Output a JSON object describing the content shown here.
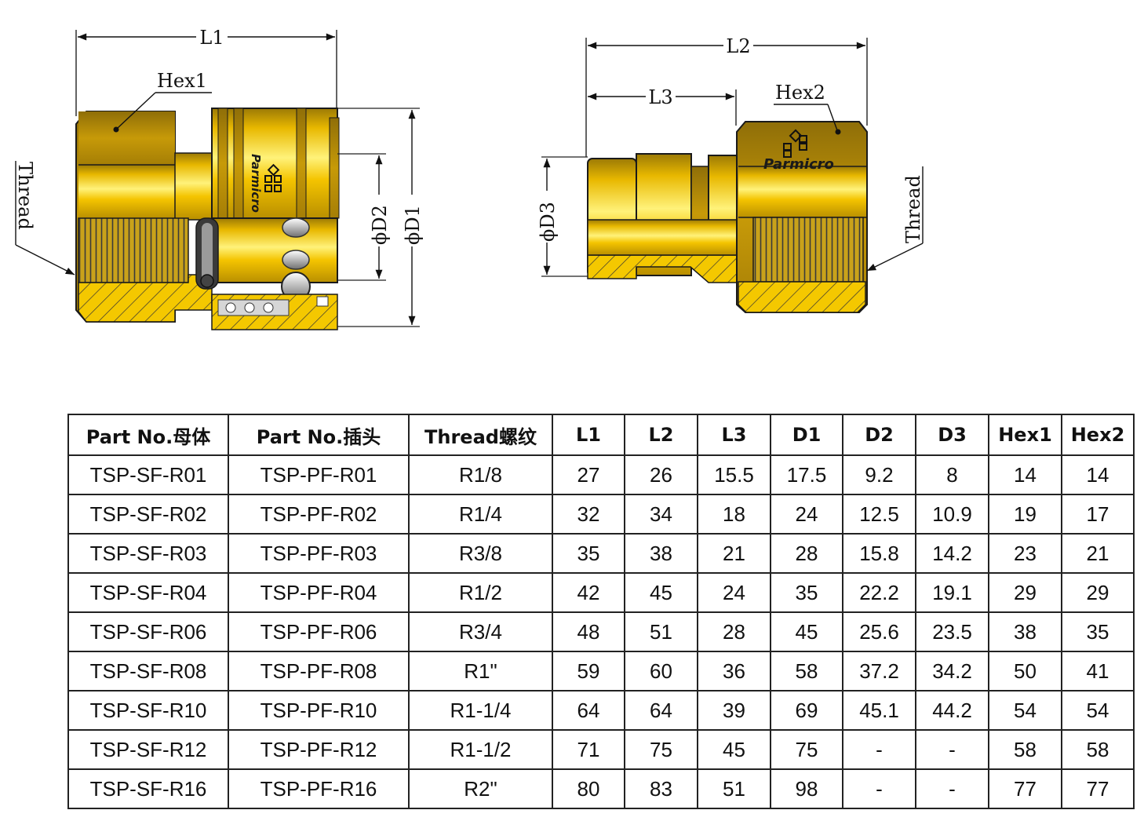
{
  "drawing": {
    "socket": {
      "dimension_length": "L1",
      "hex_label": "Hex1",
      "thread_label": "Thread",
      "inner_diameter_label": "ϕD2",
      "outer_diameter_label": "ϕD1",
      "brand": "Parmicro"
    },
    "plug": {
      "dimension_length_total": "L2",
      "dimension_length_nose": "L3",
      "hex_label": "Hex2",
      "thread_label": "Thread",
      "diameter_label": "ϕD3",
      "brand": "Parmicro"
    },
    "colors": {
      "brass_light": "#f6c800",
      "brass_mid": "#e0a800",
      "brass_dark": "#8a6a00",
      "outline": "#1a1a1a"
    }
  },
  "table": {
    "headers": [
      "Part No.母体",
      "Part No.插头",
      "Thread螺纹",
      "L1",
      "L2",
      "L3",
      "D1",
      "D2",
      "D3",
      "Hex1",
      "Hex2"
    ],
    "rows": [
      [
        "TSP-SF-R01",
        "TSP-PF-R01",
        "R1/8",
        "27",
        "26",
        "15.5",
        "17.5",
        "9.2",
        "8",
        "14",
        "14"
      ],
      [
        "TSP-SF-R02",
        "TSP-PF-R02",
        "R1/4",
        "32",
        "34",
        "18",
        "24",
        "12.5",
        "10.9",
        "19",
        "17"
      ],
      [
        "TSP-SF-R03",
        "TSP-PF-R03",
        "R3/8",
        "35",
        "38",
        "21",
        "28",
        "15.8",
        "14.2",
        "23",
        "21"
      ],
      [
        "TSP-SF-R04",
        "TSP-PF-R04",
        "R1/2",
        "42",
        "45",
        "24",
        "35",
        "22.2",
        "19.1",
        "29",
        "29"
      ],
      [
        "TSP-SF-R06",
        "TSP-PF-R06",
        "R3/4",
        "48",
        "51",
        "28",
        "45",
        "25.6",
        "23.5",
        "38",
        "35"
      ],
      [
        "TSP-SF-R08",
        "TSP-PF-R08",
        "R1\"",
        "59",
        "60",
        "36",
        "58",
        "37.2",
        "34.2",
        "50",
        "41"
      ],
      [
        "TSP-SF-R10",
        "TSP-PF-R10",
        "R1-1/4",
        "64",
        "64",
        "39",
        "69",
        "45.1",
        "44.2",
        "54",
        "54"
      ],
      [
        "TSP-SF-R12",
        "TSP-PF-R12",
        "R1-1/2",
        "71",
        "75",
        "45",
        "75",
        "-",
        "-",
        "58",
        "58"
      ],
      [
        "TSP-SF-R16",
        "TSP-PF-R16",
        "R2\"",
        "80",
        "83",
        "51",
        "98",
        "-",
        "-",
        "77",
        "77"
      ]
    ]
  }
}
